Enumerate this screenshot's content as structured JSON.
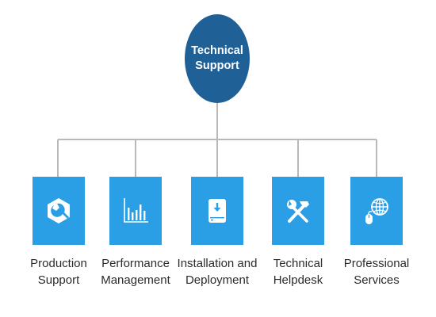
{
  "colors": {
    "root": "#1f6096",
    "tile": "#2a9fe6",
    "connector": "#b9b9b9",
    "label": "#2b2b2b"
  },
  "root": {
    "line1": "Technical",
    "line2": "Support"
  },
  "nodes": [
    {
      "line1": "Production",
      "line2": "Support",
      "icon": "hexagon-wrench-icon"
    },
    {
      "line1": "Performance",
      "line2": "Management",
      "icon": "bar-chart-icon"
    },
    {
      "line1": "Installation and",
      "line2": "Deployment",
      "icon": "download-drive-icon"
    },
    {
      "line1": "Technical",
      "line2": "Helpdesk",
      "icon": "hammer-wrench-icon"
    },
    {
      "line1": "Professional",
      "line2": "Services",
      "icon": "globe-mouse-icon"
    }
  ]
}
